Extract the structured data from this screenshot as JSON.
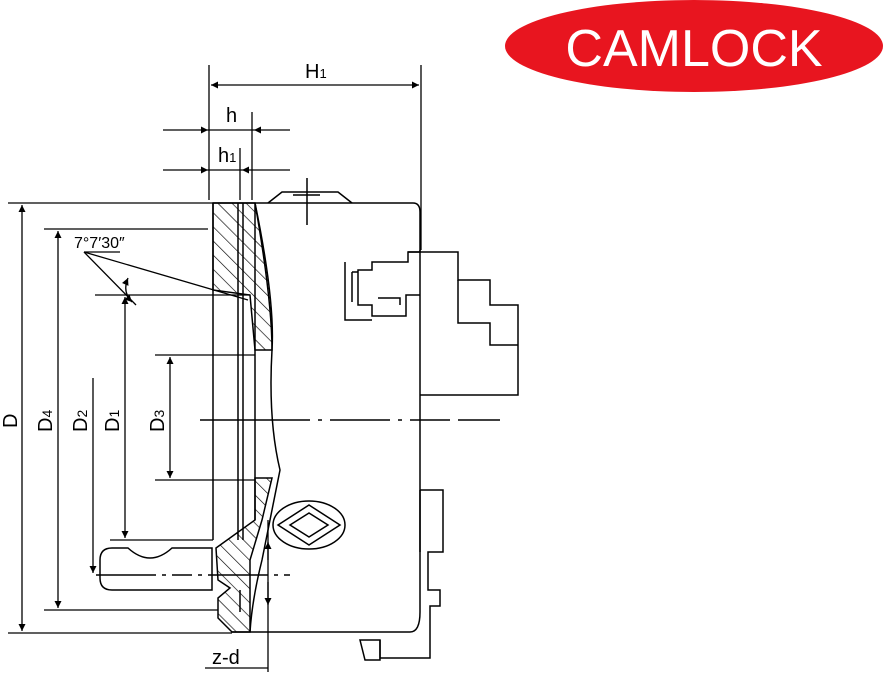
{
  "badge": {
    "text": "CAMLOCK",
    "color": "#e8151f",
    "text_color": "#ffffff"
  },
  "labels": {
    "H1": {
      "main": "H",
      "sub": "1"
    },
    "h": {
      "main": "h",
      "sub": ""
    },
    "h1": {
      "main": "h",
      "sub": "1"
    },
    "angle": "7°7′30″",
    "D": {
      "main": "D",
      "sub": ""
    },
    "D4": {
      "main": "D",
      "sub": "4"
    },
    "D2": {
      "main": "D",
      "sub": "2"
    },
    "D1": {
      "main": "D",
      "sub": "1"
    },
    "D3": {
      "main": "D",
      "sub": "3"
    },
    "zd": "z-d"
  },
  "colors": {
    "line": "#000000",
    "background": "#ffffff"
  }
}
